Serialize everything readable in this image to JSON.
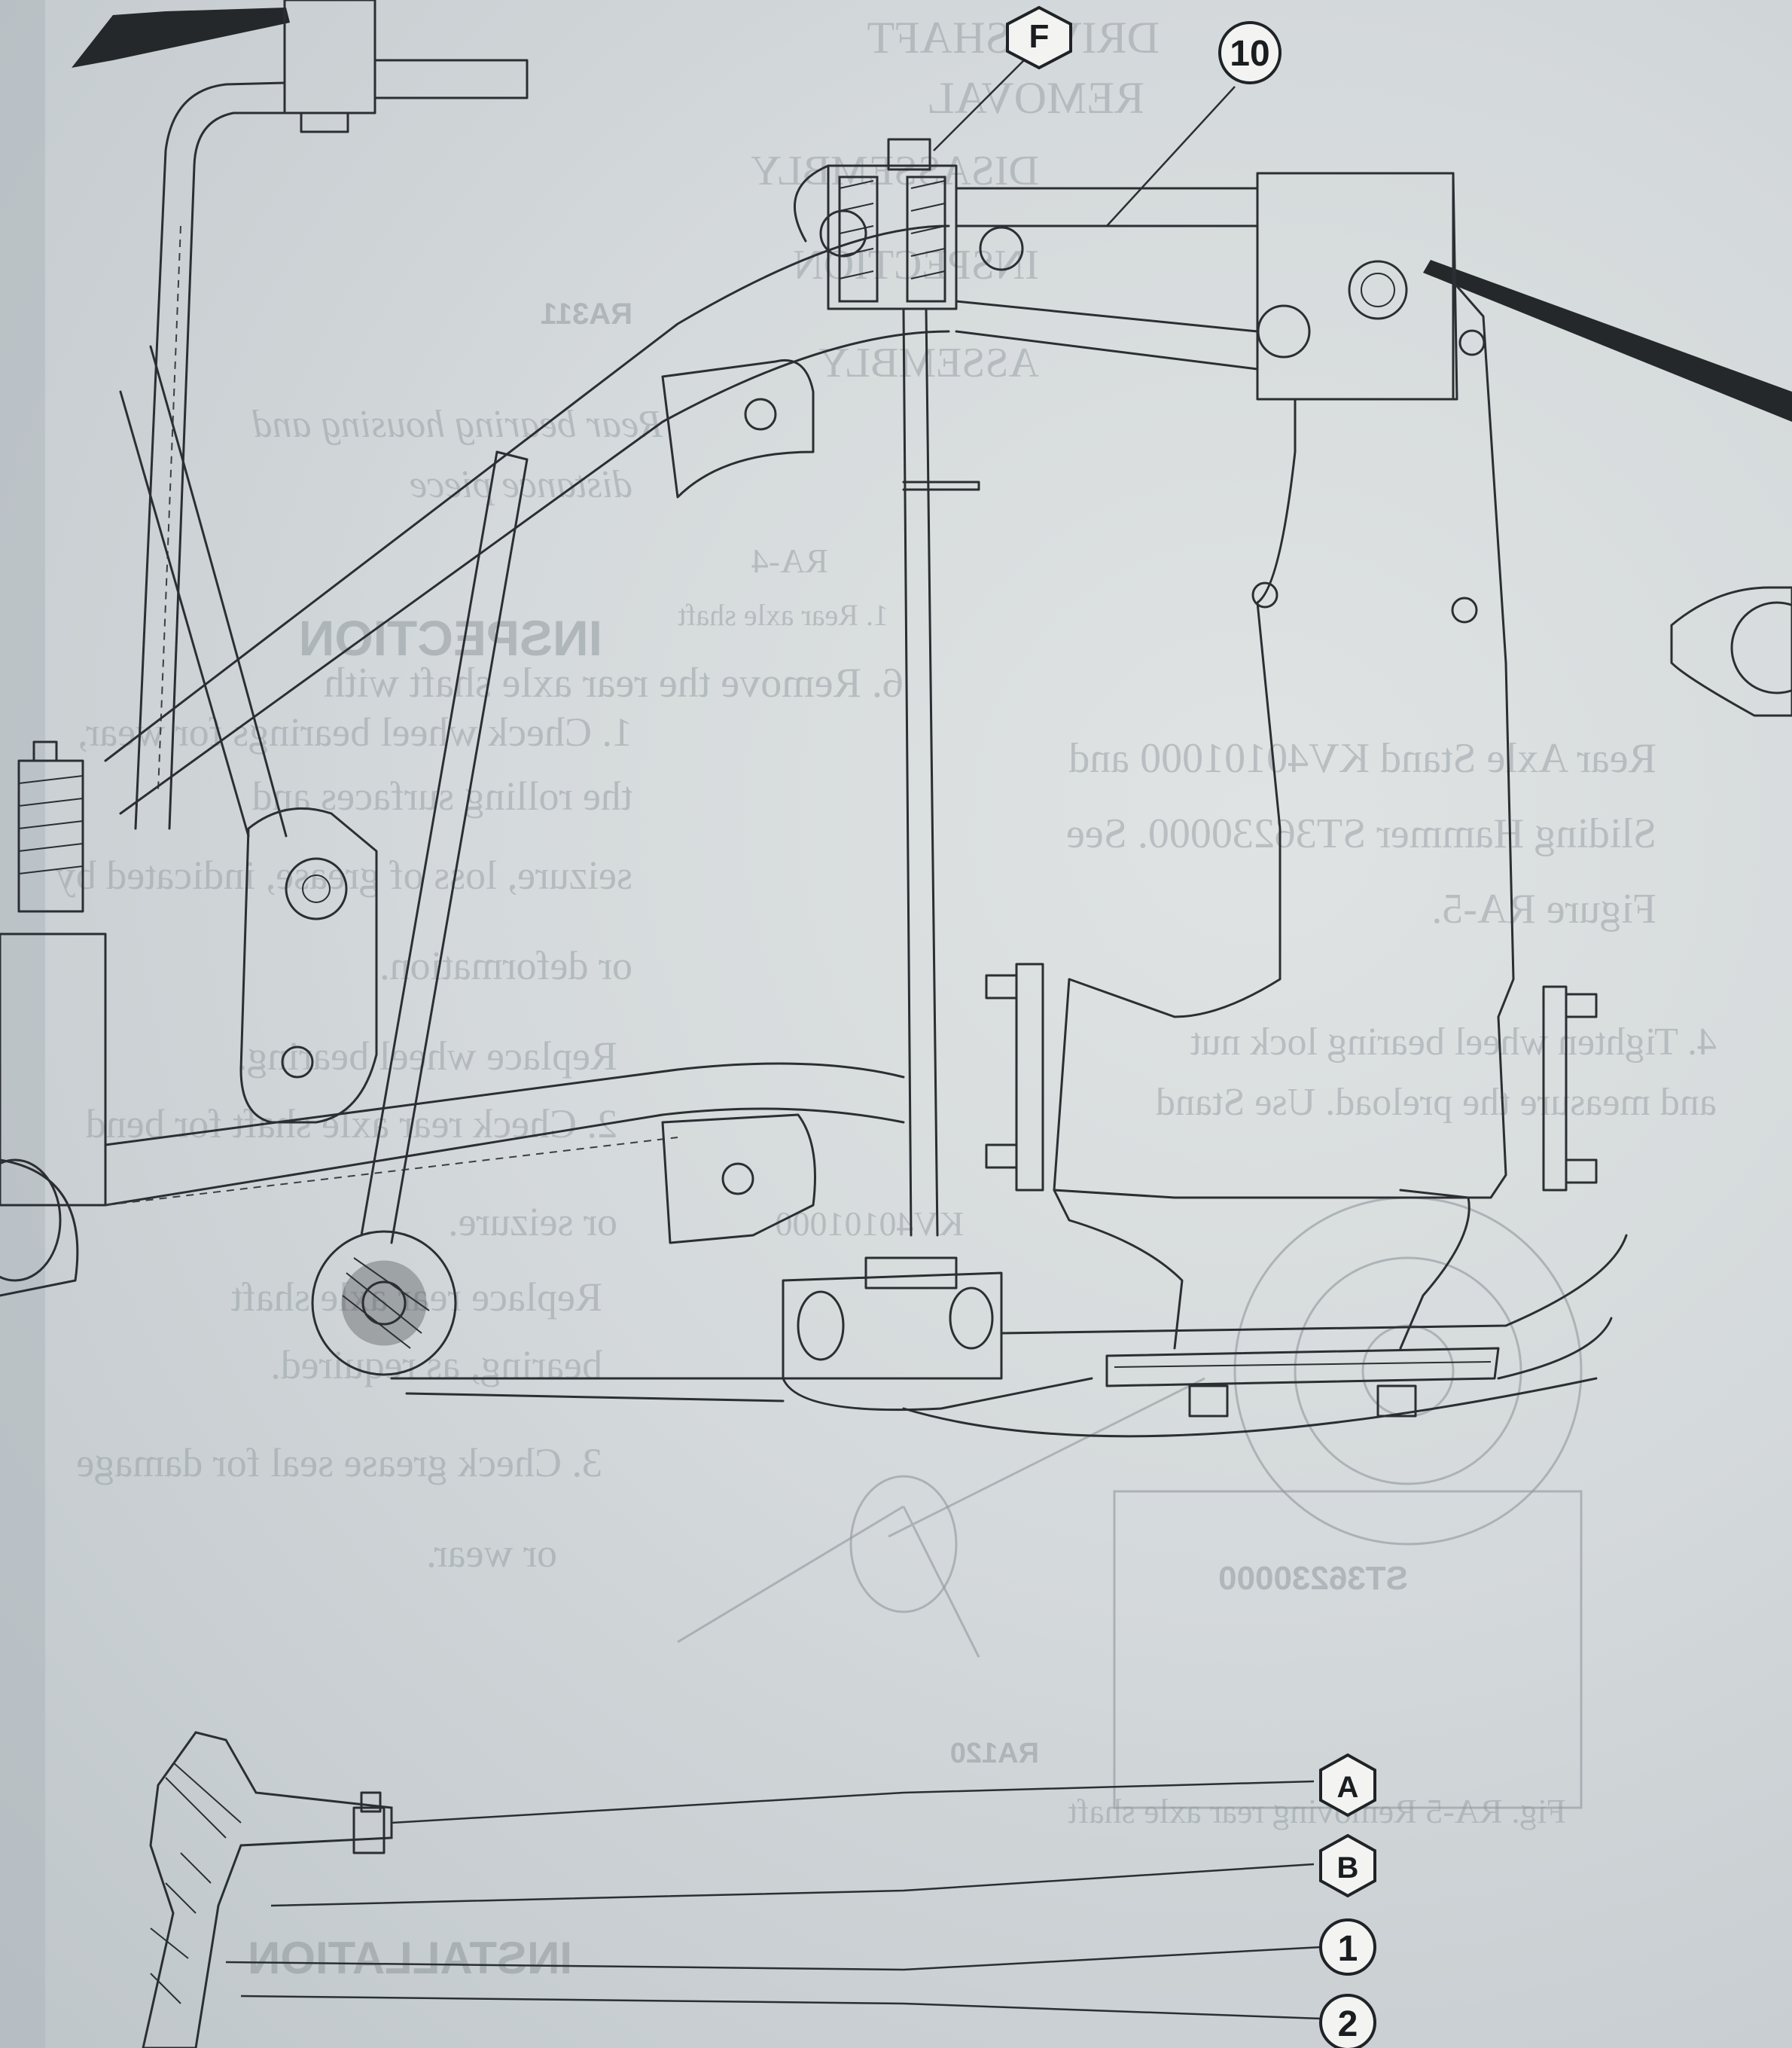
{
  "figure": {
    "callouts": {
      "F": "F",
      "ten": "10",
      "A": "A",
      "B": "B",
      "one": "1",
      "two": "2"
    }
  },
  "bleed_through": {
    "lines": [
      "DRIVE SHAFT",
      "REMOVAL",
      "DISASSEMBLY",
      "INSPECTION",
      "ASSEMBLY",
      "Rear bearing housing and",
      "distance piece",
      "RA311",
      "RA-4",
      "1. Rear axle shaft",
      "6. Remove the rear axle shaft with",
      "Rear Axle Stand KV40101000 and",
      "Sliding Hammer ST36230000. See",
      "Figure RA-5.",
      "4. Tighten wheel bearing lock nut",
      "and measure the preload. Use Stand",
      "ST36230000",
      "RA120",
      "Fig. RA-5 Removing rear axle shaft",
      "INSPECTION",
      "1. Check wheel bearings for wear,",
      "the rolling surfaces and",
      "seizure, loss of grease, indicated by",
      "or deformation.",
      "Replace wheel bearing.",
      "2. Check rear axle shaft for bend",
      "or seizure.",
      "Replace rear axle shaft",
      "bearing, as required.",
      "3. Check grease seal for damage",
      "or wear.",
      "KV40101000",
      "INSTALLATION"
    ]
  },
  "colors": {
    "paper": "#d9dedf",
    "ink": "#2b2f33",
    "bleed": "#9aa2a7"
  }
}
